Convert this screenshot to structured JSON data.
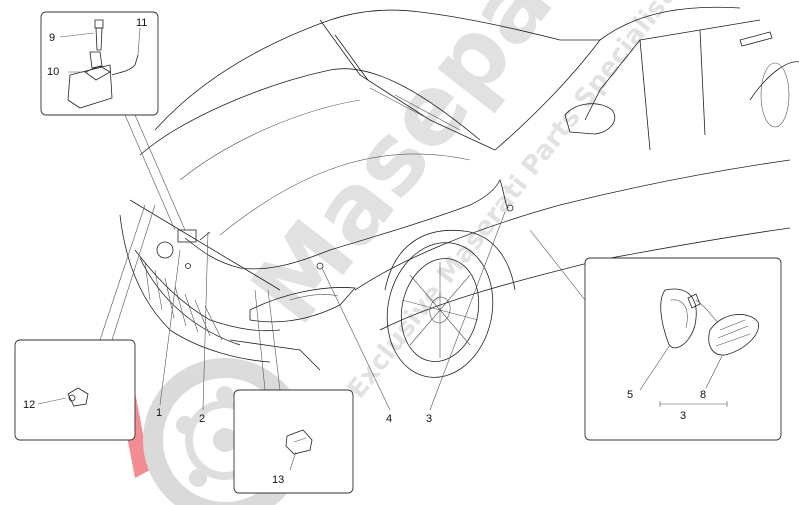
{
  "callouts": [
    "1",
    "2",
    "3",
    "3",
    "4",
    "5",
    "8",
    "9",
    "10",
    "11",
    "12",
    "13"
  ],
  "watermark": {
    "brand": "Maseparts",
    "tagline": "Exclusive Maserati Parts Specialist"
  },
  "colors": {
    "logo_red": "#e8323c",
    "line": "#222222",
    "watermark_gray": "#c9c9c9"
  }
}
